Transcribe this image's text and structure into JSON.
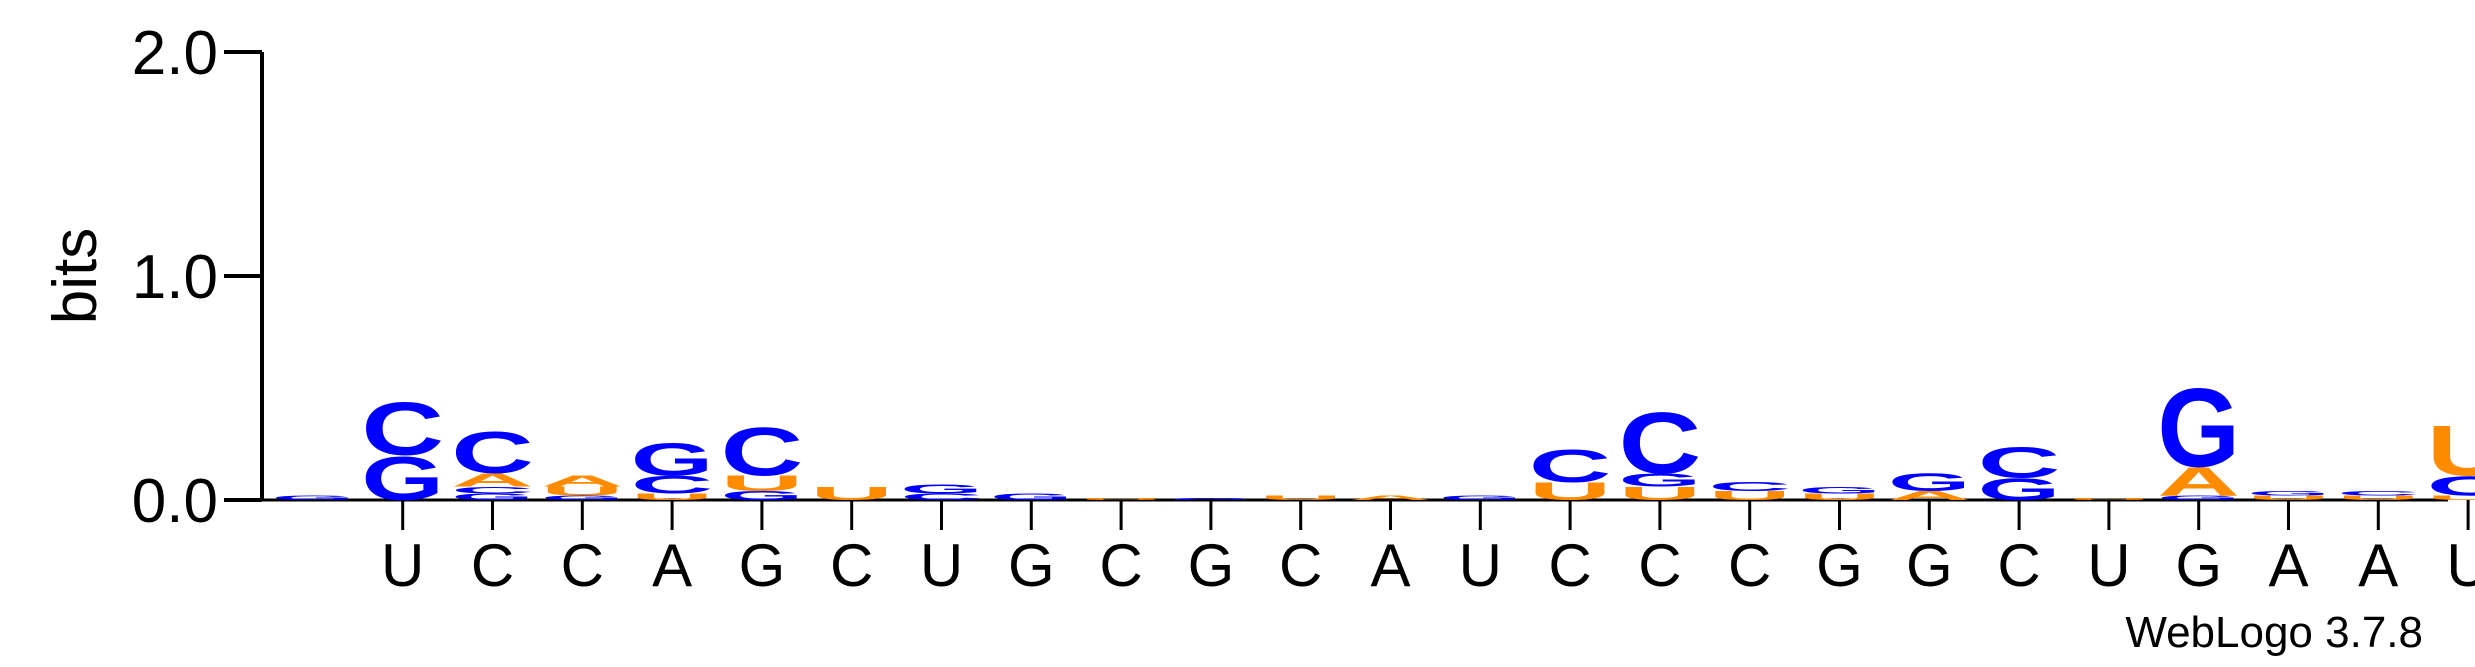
{
  "chart_data": {
    "type": "sequence-logo",
    "ylabel": "bits",
    "ylim": [
      0,
      2.0
    ],
    "y_ticks": [
      "0.0",
      "1.0",
      "2.0"
    ],
    "x_tick_labels": [
      "U",
      "C",
      "C",
      "A",
      "G",
      "C",
      "U",
      "G",
      "C",
      "G",
      "C",
      "A",
      "U",
      "C",
      "C",
      "C",
      "G",
      "G",
      "C",
      "U",
      "G",
      "A",
      "A",
      "U"
    ],
    "colors": {
      "A": "#ff8c00",
      "U": "#ff8c00",
      "C": "#0000ff",
      "G": "#0000ff"
    },
    "positions": [
      [
        {
          "letter": "G",
          "bits": 0.02
        }
      ],
      [
        {
          "letter": "G",
          "bits": 0.2
        },
        {
          "letter": "C",
          "bits": 0.24
        }
      ],
      [
        {
          "letter": "G",
          "bits": 0.03
        },
        {
          "letter": "C",
          "bits": 0.03
        },
        {
          "letter": "A",
          "bits": 0.06
        },
        {
          "letter": "C",
          "bits": 0.19
        }
      ],
      [
        {
          "letter": "G",
          "bits": 0.02
        },
        {
          "letter": "U",
          "bits": 0.04
        },
        {
          "letter": "A",
          "bits": 0.05
        }
      ],
      [
        {
          "letter": "U",
          "bits": 0.03
        },
        {
          "letter": "C",
          "bits": 0.08
        },
        {
          "letter": "G",
          "bits": 0.15
        }
      ],
      [
        {
          "letter": "G",
          "bits": 0.04
        },
        {
          "letter": "U",
          "bits": 0.07
        },
        {
          "letter": "C",
          "bits": 0.22
        }
      ],
      [
        {
          "letter": "U",
          "bits": 0.06
        }
      ],
      [
        {
          "letter": "C",
          "bits": 0.03
        },
        {
          "letter": "G",
          "bits": 0.04
        }
      ],
      [
        {
          "letter": "G",
          "bits": 0.03
        }
      ],
      [
        {
          "letter": "U",
          "bits": 0.01
        }
      ],
      [
        {
          "letter": "G",
          "bits": 0.01
        }
      ],
      [
        {
          "letter": "U",
          "bits": 0.02
        }
      ],
      [
        {
          "letter": "A",
          "bits": 0.02
        }
      ],
      [
        {
          "letter": "G",
          "bits": 0.02
        }
      ],
      [
        {
          "letter": "U",
          "bits": 0.08
        },
        {
          "letter": "C",
          "bits": 0.15
        }
      ],
      [
        {
          "letter": "U",
          "bits": 0.06
        },
        {
          "letter": "G",
          "bits": 0.06
        },
        {
          "letter": "C",
          "bits": 0.28
        }
      ],
      [
        {
          "letter": "U",
          "bits": 0.04
        },
        {
          "letter": "C",
          "bits": 0.04
        }
      ],
      [
        {
          "letter": "U",
          "bits": 0.03
        },
        {
          "letter": "G",
          "bits": 0.03
        }
      ],
      [
        {
          "letter": "A",
          "bits": 0.04
        },
        {
          "letter": "G",
          "bits": 0.08
        }
      ],
      [
        {
          "letter": "G",
          "bits": 0.1
        },
        {
          "letter": "C",
          "bits": 0.14
        }
      ],
      [
        {
          "letter": "U",
          "bits": 0.01
        }
      ],
      [
        {
          "letter": "G",
          "bits": 0.02
        },
        {
          "letter": "A",
          "bits": 0.13
        },
        {
          "letter": "G",
          "bits": 0.36
        }
      ],
      [
        {
          "letter": "U",
          "bits": 0.02
        },
        {
          "letter": "G",
          "bits": 0.02
        }
      ],
      [
        {
          "letter": "U",
          "bits": 0.02
        },
        {
          "letter": "C",
          "bits": 0.02
        }
      ],
      [
        {
          "letter": "U",
          "bits": 0.02
        },
        {
          "letter": "C",
          "bits": 0.09
        },
        {
          "letter": "U",
          "bits": 0.23
        }
      ]
    ]
  },
  "credit": "WebLogo 3.7.8"
}
